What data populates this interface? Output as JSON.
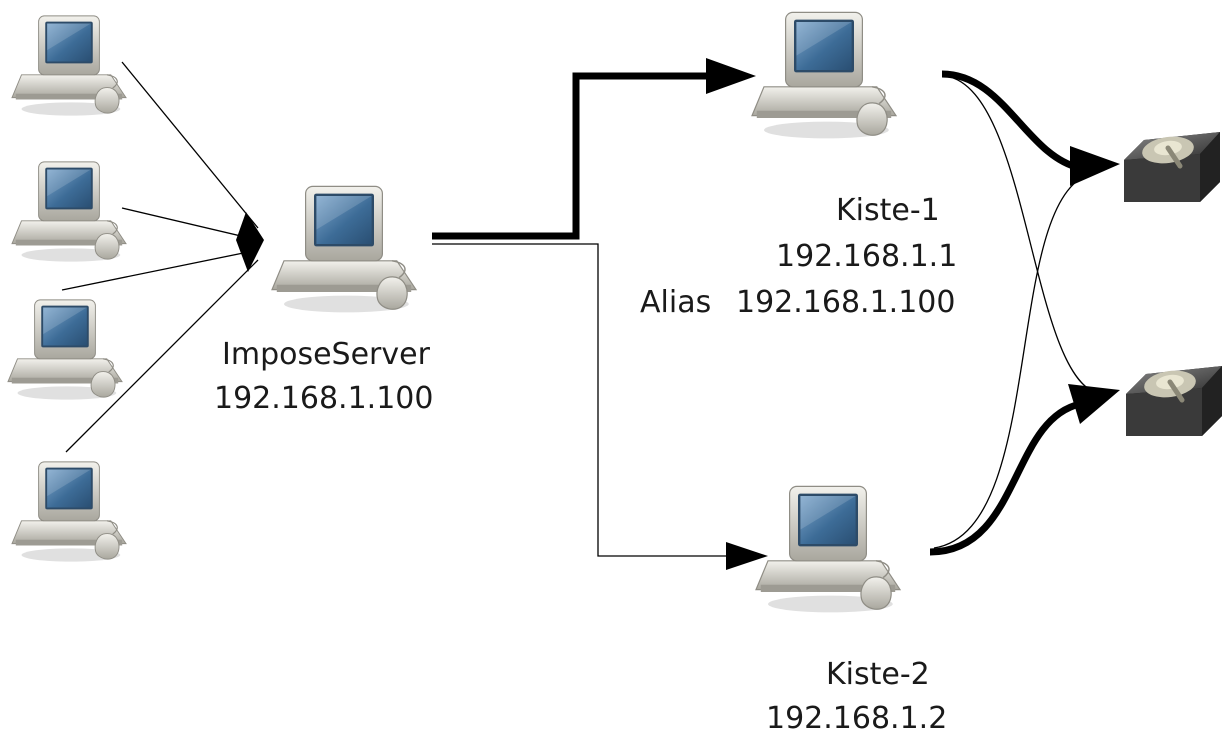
{
  "server": {
    "name": "ImposeServer",
    "ip": "192.168.1.100"
  },
  "box1": {
    "name": "Kiste-1",
    "ip": "192.168.1.1",
    "alias_label": "Alias",
    "alias_ip": "192.168.1.100"
  },
  "box2": {
    "name": "Kiste-2",
    "ip": "192.168.1.2"
  },
  "icons": {
    "computer": "computer-icon",
    "disk": "hard-disk-icon"
  },
  "colors": {
    "screen": "#3d6c97",
    "case": "#c8c6be",
    "line": "#000000"
  }
}
